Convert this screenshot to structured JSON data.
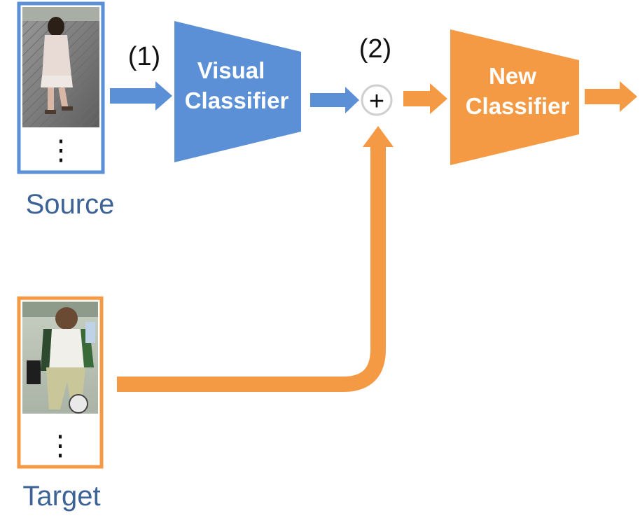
{
  "steps": {
    "step1": "(1)",
    "step2": "(2)"
  },
  "visual_classifier": {
    "line1": "Visual",
    "line2": "Classifier"
  },
  "new_classifier": {
    "line1": "New",
    "line2": "Classifier"
  },
  "sum_symbol": "+",
  "source": {
    "label": "Source",
    "ellipsis": "⋮"
  },
  "target": {
    "label": "Target",
    "ellipsis": "⋮"
  },
  "colors": {
    "blue": "#5B8FD6",
    "orange": "#F59A44",
    "source_text": "#3D6396"
  }
}
